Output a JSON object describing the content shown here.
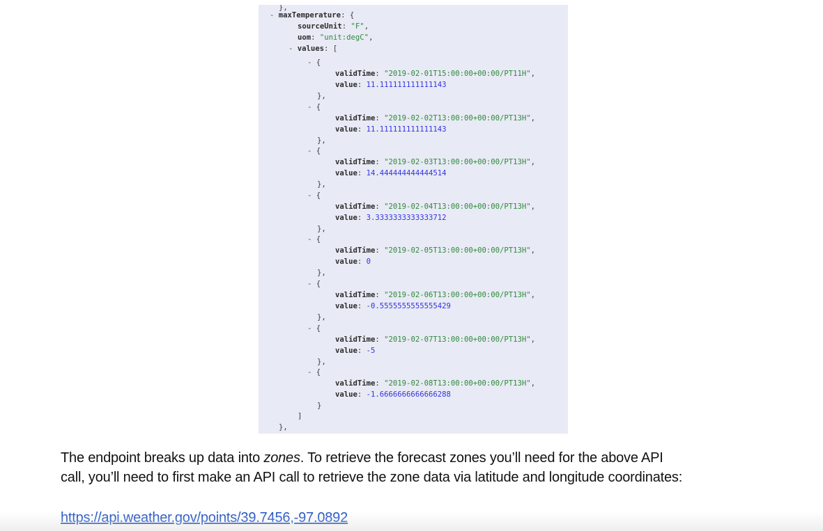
{
  "code_view": {
    "background": "#e8eaf5",
    "colors": {
      "key": "#2b2b2b",
      "string": "#2f8a3a",
      "number": "#3333e0"
    },
    "prev_close": "},",
    "object_key": "maxTemperature",
    "object_open": "{",
    "fields": [
      {
        "key": "sourceUnit",
        "value": "\"F\"",
        "trail": ","
      },
      {
        "key": "uom",
        "value": "\"unit:degC\"",
        "trail": ","
      }
    ],
    "values_key": "values",
    "values_open": "[",
    "collapse_toggle": "-",
    "values": [
      {
        "validTime": "\"2019-02-01T15:00:00+00:00/PT11H\"",
        "value": "11.111111111111143",
        "close": "},"
      },
      {
        "validTime": "\"2019-02-02T13:00:00+00:00/PT13H\"",
        "value": "11.111111111111143",
        "close": "},"
      },
      {
        "validTime": "\"2019-02-03T13:00:00+00:00/PT13H\"",
        "value": "14.444444444444514",
        "close": "},"
      },
      {
        "validTime": "\"2019-02-04T13:00:00+00:00/PT13H\"",
        "value": "3.3333333333333712",
        "close": "},"
      },
      {
        "validTime": "\"2019-02-05T13:00:00+00:00/PT13H\"",
        "value": "0",
        "close": "},"
      },
      {
        "validTime": "\"2019-02-06T13:00:00+00:00/PT13H\"",
        "value": "-0.5555555555555429",
        "close": "},"
      },
      {
        "validTime": "\"2019-02-07T13:00:00+00:00/PT13H\"",
        "value": "-5",
        "close": "},"
      },
      {
        "validTime": "\"2019-02-08T13:00:00+00:00/PT13H\"",
        "value": "-1.6666666666666288",
        "close": "}"
      }
    ],
    "values_close": "]",
    "object_close": "},"
  },
  "paragraph": {
    "part1": "The endpoint breaks up data into ",
    "emphasis": "zones",
    "part2": ".  To retrieve the forecast zones you’ll need for the above API",
    "line2": "call, you’ll need to first make an API call to retrieve the zone data via latitude and longitude coordinates:"
  },
  "link": {
    "text": "https://api.weather.gov/points/39.7456,-97.0892"
  }
}
